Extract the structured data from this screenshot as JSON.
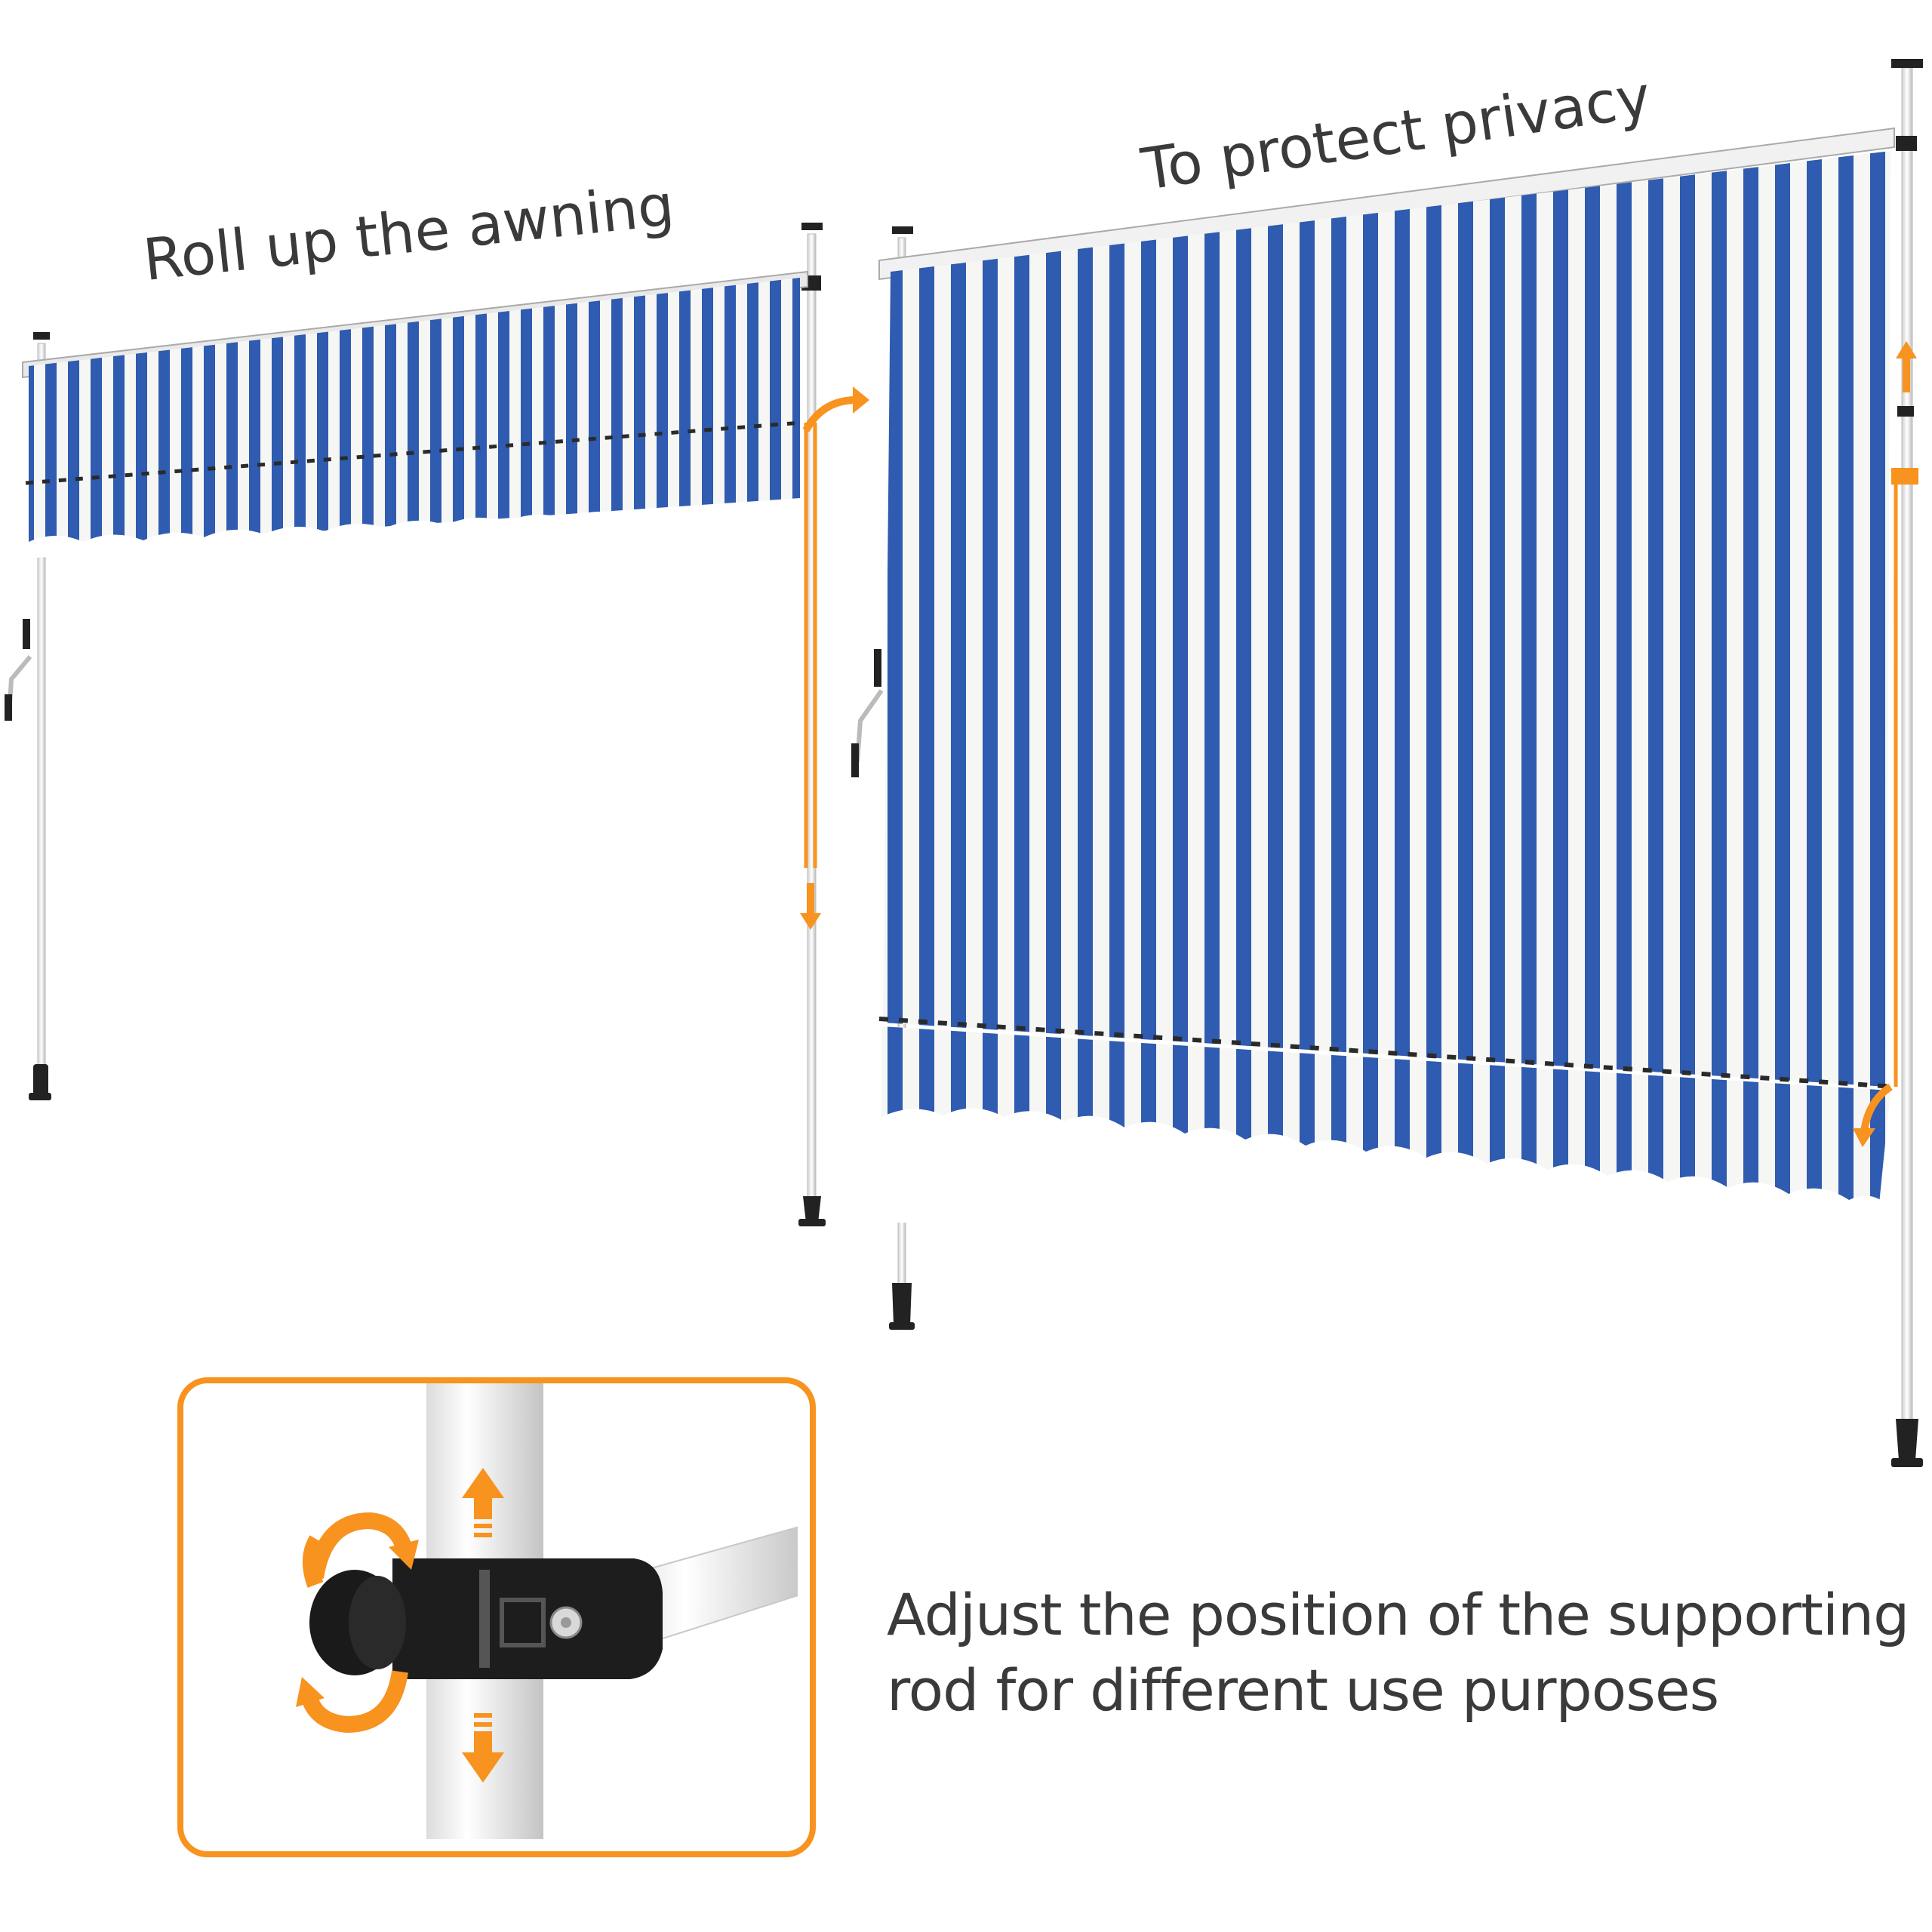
{
  "captions": {
    "roll_up": "Roll up the awning",
    "privacy": "To protect privacy",
    "adjust_line1": "Adjust the position of the supporting",
    "adjust_line2": "rod for different use purposes"
  },
  "colors": {
    "stripe_blue": "#2f5bb0",
    "stripe_dark_blue": "#24489a",
    "fabric_white": "#f6f6f4",
    "accent_orange": "#f7931e",
    "pole_white": "#f2f2f2",
    "caption_text": "#3a3a3a",
    "clamp_black": "#1d1d1d"
  },
  "icons": {
    "rotate": "rotate-arrows-icon",
    "up": "arrow-up-icon",
    "down": "arrow-down-icon",
    "curved": "curved-arrow-icon"
  }
}
